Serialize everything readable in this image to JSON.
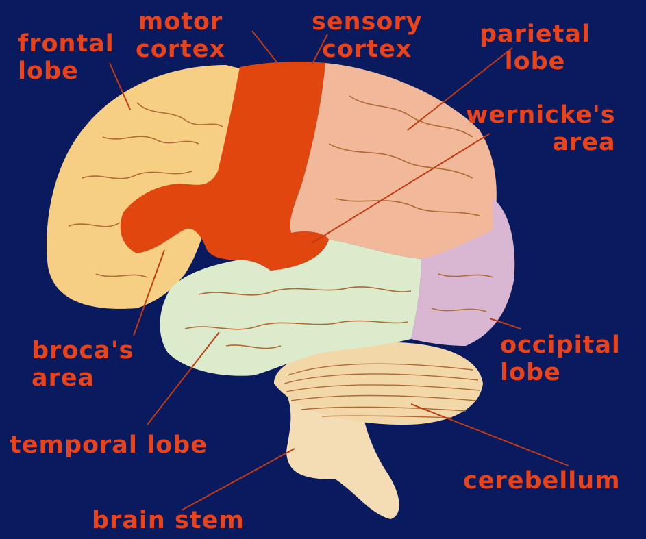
{
  "colors": {
    "background": "#0a1a5e",
    "label": "#e8431a",
    "frontal": "#f7cf84",
    "motor_sensory": "#e0460e",
    "parietal": "#f1b89a",
    "temporal": "#dcebcc",
    "occipital": "#d9b7d3",
    "cerebellum": "#f2d7a8",
    "brain_stem": "#f4dcb4",
    "sulcus_line": "#b06a36",
    "pointer_line": "#c23a12"
  },
  "labels": {
    "frontal": [
      "frontal",
      "lobe"
    ],
    "motor": [
      "motor",
      "cortex"
    ],
    "sensory": [
      "sensory",
      "cortex"
    ],
    "parietal": [
      "parietal",
      "lobe"
    ],
    "wernicke": [
      "wernicke's",
      "area"
    ],
    "broca": [
      "broca's",
      "area"
    ],
    "occipital": [
      "occipital",
      "lobe"
    ],
    "temporal": "temporal lobe",
    "cerebellum": "cerebellum",
    "brain_stem": "brain stem"
  }
}
